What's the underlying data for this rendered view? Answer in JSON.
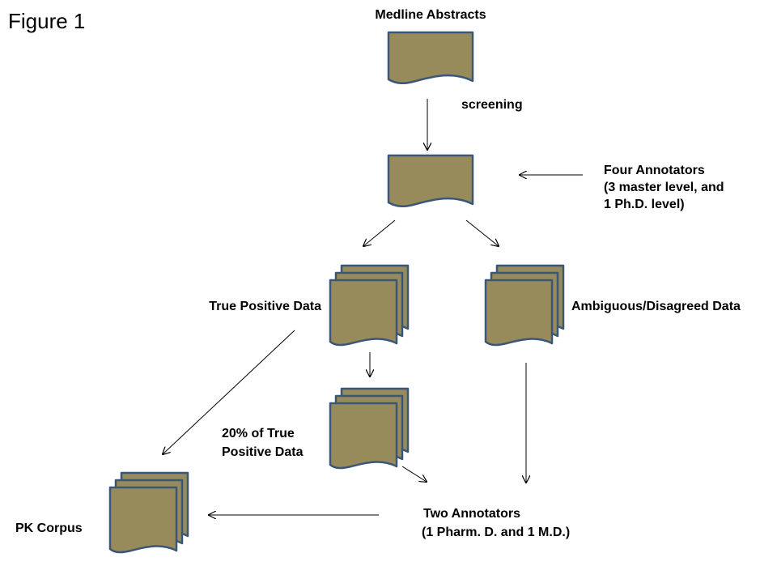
{
  "figure_title": "Figure 1",
  "labels": {
    "medline": "Medline Abstracts",
    "screening": "screening",
    "four_annotators": [
      "Four Annotators",
      "(3 master level, and",
      "1 Ph.D. level)"
    ],
    "true_positive": "True Positive Data",
    "ambiguous": "Ambiguous/Disagreed Data",
    "twenty_percent": [
      "20% of True",
      "Positive Data"
    ],
    "two_annotators": [
      "Two Annotators",
      "(1 Pharm. D. and 1 M.D.)"
    ],
    "pk_corpus": "PK Corpus"
  },
  "colors": {
    "doc_fill": "#978b5b",
    "doc_stroke": "#3c5677",
    "arrow": "#000000"
  }
}
